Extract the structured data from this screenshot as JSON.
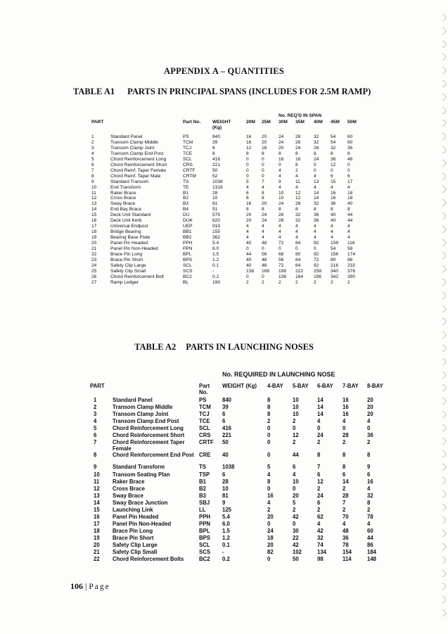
{
  "appendix_title": "APPENDIX A – QUANTITIES",
  "table1": {
    "label": "TABLE A1",
    "title": "PARTS IN PRINCIPAL SPANS (INCLUDES FOR 2.5M RAMP)",
    "group_header": "No. REQ'D IN SPAN",
    "columns": [
      "PART",
      "Part No.",
      "WEIGHT (Kg)",
      "20M",
      "25M",
      "30M",
      "35M",
      "40M",
      "45M",
      "50M"
    ],
    "rows": [
      [
        "1",
        "Standard Panel",
        "PS",
        "840",
        "16",
        "20",
        "24",
        "28",
        "32",
        "54",
        "60"
      ],
      [
        "2",
        "Transom Clamp Middle",
        "TCM",
        "39",
        "16",
        "20",
        "24",
        "28",
        "32",
        "54",
        "60"
      ],
      [
        "3",
        "Transom Clamp Joint",
        "TCJ",
        "6",
        "12",
        "16",
        "20",
        "24",
        "28",
        "32",
        "36"
      ],
      [
        "4",
        "Transom Clamp End Post",
        "TCE",
        "6",
        "8",
        "8",
        "8",
        "8",
        "8",
        "8",
        "8"
      ],
      [
        "5",
        "Chord Reinforcement Long",
        "SCL",
        "416",
        "0",
        "0",
        "16",
        "16",
        "24",
        "36",
        "48"
      ],
      [
        "6",
        "Chord Reinforcement Short",
        "CRS",
        "221",
        "0",
        "0",
        "0",
        "8",
        "0",
        "12",
        "0"
      ],
      [
        "7",
        "Chord Reinf. Taper Female",
        "CRTF",
        "50",
        "0",
        "0",
        "4",
        "2",
        "0",
        "0",
        "0"
      ],
      [
        "8",
        "Chord Reinf. Taper Male",
        "CRTM",
        "52",
        "0",
        "0",
        "4",
        "4",
        "4",
        "6",
        "6"
      ],
      [
        "9",
        "Standard Transom",
        "TS",
        "1038",
        "5",
        "7",
        "9",
        "11",
        "13",
        "15",
        "17"
      ],
      [
        "10",
        "End Transform",
        "TE",
        "1318",
        "4",
        "4",
        "4",
        "4",
        "4",
        "4",
        "4"
      ],
      [
        "11",
        "Raker Brace",
        "B1",
        "28",
        "6",
        "8",
        "10",
        "12",
        "14",
        "16",
        "18"
      ],
      [
        "12",
        "Cross Brace",
        "B2",
        "10",
        "6",
        "8",
        "10",
        "12",
        "14",
        "16",
        "18"
      ],
      [
        "13",
        "Sway Brace",
        "B3",
        "81",
        "16",
        "20",
        "24",
        "28",
        "32",
        "36",
        "40"
      ],
      [
        "14",
        "End Bay Brace",
        "B4",
        "51",
        "8",
        "8",
        "8",
        "8",
        "8",
        "8",
        "8"
      ],
      [
        "15",
        "Deck Unit Standard",
        "DU",
        "575",
        "20",
        "24",
        "28",
        "32",
        "36",
        "40",
        "44"
      ],
      [
        "16",
        "Deck Unit Kerb",
        "DUK",
        "620",
        "20",
        "24",
        "28",
        "32",
        "36",
        "40",
        "44"
      ],
      [
        "17",
        "Universal Endpost",
        "UEP",
        "915",
        "4",
        "4",
        "4",
        "4",
        "4",
        "4",
        "4"
      ],
      [
        "18",
        "Bridge Bearing",
        "BB1",
        "155",
        "4",
        "4",
        "4",
        "4",
        "4",
        "4",
        "4"
      ],
      [
        "19",
        "Bearing Base Plate",
        "BB2",
        "362",
        "4",
        "4",
        "4",
        "4",
        "4",
        "4",
        "4"
      ],
      [
        "20",
        "Panel Pin Headed",
        "PPH",
        "5.4",
        "40",
        "48",
        "72",
        "84",
        "92",
        "108",
        "116"
      ],
      [
        "21",
        "Panel Pin Non-Headed",
        "PPN",
        "6.0",
        "0",
        "0",
        "0",
        "0",
        "0",
        "54",
        "58"
      ],
      [
        "22",
        "Brace Pin Long",
        "BPL",
        "1.5",
        "44",
        "56",
        "68",
        "80",
        "92",
        "156",
        "174"
      ],
      [
        "23",
        "Brace Pin Short",
        "BPS",
        "1.2",
        "40",
        "48",
        "56",
        "64",
        "72",
        "80",
        "88"
      ],
      [
        "24",
        "Safety Clip Large",
        "SCL",
        "0.1",
        "40",
        "48",
        "72",
        "84",
        "92",
        "216",
        "232"
      ],
      [
        "25",
        "Safety Clip Small",
        "SCS",
        "-",
        "138",
        "168",
        "198",
        "222",
        "258",
        "340",
        "376"
      ],
      [
        "26",
        "Chord Reinforcement Bolt",
        "BC2",
        "0.2",
        "0",
        "0",
        "136",
        "164",
        "196",
        "342",
        "390"
      ],
      [
        "27",
        "Ramp Ledger",
        "BL",
        "190",
        "2",
        "2",
        "2",
        "2",
        "2",
        "2",
        "2"
      ]
    ]
  },
  "table2": {
    "label": "TABLE A2",
    "title": "PARTS IN LAUNCHING NOSES",
    "group_header": "No. REQUIRED IN LAUNCHING NOSE",
    "columns": [
      "PART",
      "Part No.",
      "WEIGHT (Kg)",
      "4-BAY",
      "5-BAY",
      "6-BAY",
      "7-BAY",
      "8-BAY"
    ],
    "rows": [
      [
        "1",
        "Standard Panel",
        "PS",
        "840",
        "8",
        "10",
        "14",
        "16",
        "20"
      ],
      [
        "2",
        "Transom Clamp Middle",
        "TCM",
        "39",
        "8",
        "10",
        "14",
        "16",
        "20"
      ],
      [
        "3",
        "Transom Clamp Joint",
        "TCJ",
        "6",
        "8",
        "10",
        "14",
        "16",
        "20"
      ],
      [
        "4",
        "Transom Clamp End Post",
        "TCE",
        "6",
        "2",
        "2",
        "4",
        "4",
        "4"
      ],
      [
        "5",
        "Chord Reinforcement Long",
        "SCL",
        "416",
        "0",
        "0",
        "0",
        "0",
        "0"
      ],
      [
        "6",
        "Chord Reinforcement Short",
        "CRS",
        "221",
        "0",
        "12",
        "24",
        "28",
        "36"
      ],
      [
        "7",
        "Chord Reinforcement Taper Female",
        "CRTF",
        "50",
        "0",
        "2",
        "2",
        "2",
        "2"
      ],
      [
        "8",
        "Chord Reinforcement End Post",
        "CRE",
        "40",
        "0",
        "44",
        "8",
        "8",
        "8"
      ],
      [
        "9",
        "Standard Transform",
        "TS",
        "1038",
        "5",
        "6",
        "7",
        "8",
        "9"
      ],
      [
        "10",
        "Transom Seating Plan",
        "TSP",
        "6",
        "4",
        "4",
        "6",
        "6",
        "6"
      ],
      [
        "11",
        "Raker Brace",
        "B1",
        "28",
        "8",
        "10",
        "12",
        "14",
        "16"
      ],
      [
        "12",
        "Cross Brace",
        "B2",
        "10",
        "0",
        "0",
        "2",
        "2",
        "4"
      ],
      [
        "13",
        "Sway Brace",
        "B3",
        "81",
        "16",
        "20",
        "24",
        "28",
        "32"
      ],
      [
        "14",
        "Sway Brace Junction",
        "SBJ",
        "9",
        "4",
        "5",
        "6",
        "7",
        "8"
      ],
      [
        "15",
        "Launching Link",
        "LL",
        "125",
        "2",
        "2",
        "2",
        "2",
        "2"
      ],
      [
        "16",
        "Panel Pin Headed",
        "PPH",
        "5.4",
        "20",
        "42",
        "62",
        "70",
        "78"
      ],
      [
        "17",
        "Panel Pin Non-Headed",
        "PPN",
        "6.0",
        "0",
        "0",
        "4",
        "4",
        "4"
      ],
      [
        "18",
        "Brace Pin Long",
        "BPL",
        "1.5",
        "24",
        "30",
        "42",
        "48",
        "60"
      ],
      [
        "19",
        "Brace Pin Short",
        "BPS",
        "1.2",
        "18",
        "22",
        "32",
        "36",
        "44"
      ],
      [
        "20",
        "Safety Clip Large",
        "SCL",
        "0.1",
        "20",
        "42",
        "74",
        "78",
        "86"
      ],
      [
        "21",
        "Safety Clip Small",
        "SCS",
        "-",
        "82",
        "102",
        "134",
        "154",
        "184"
      ],
      [
        "22",
        "Chord Reinforcement Bolts",
        "BC2",
        "0.2",
        "0",
        "50",
        "98",
        "114",
        "148"
      ]
    ]
  },
  "footer": {
    "page_number": "106",
    "separator": "|",
    "page_word": "Page"
  }
}
